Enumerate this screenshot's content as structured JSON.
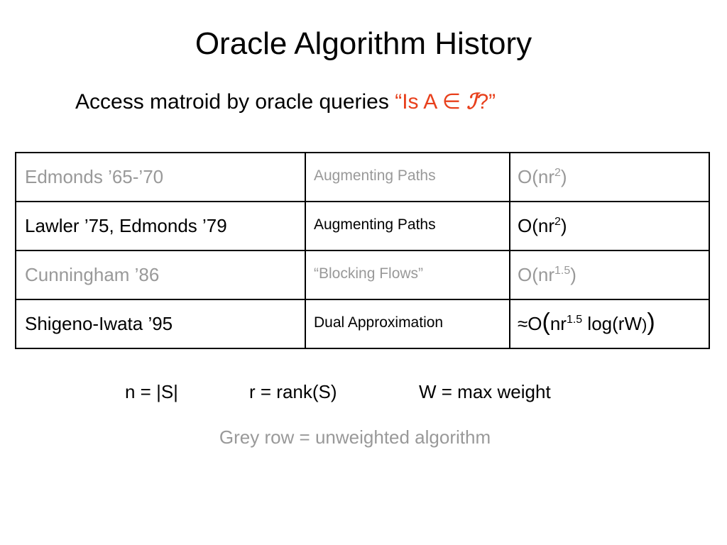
{
  "slide": {
    "title": "Oracle Algorithm History",
    "subtitle_prefix": "Access matroid by oracle queries ",
    "subtitle_query_open": "“Is A ∈ ",
    "subtitle_query_symbol": "ℐ",
    "subtitle_query_close": "?”",
    "query_color": "#e8401c"
  },
  "table": {
    "rows": [
      {
        "author": "Edmonds ’65-’70",
        "method": "Augmenting Paths",
        "bound_base": "O(nr",
        "bound_exp": "2",
        "bound_tail": ")",
        "grey": true
      },
      {
        "author": "Lawler ’75, Edmonds ’79",
        "method": "Augmenting Paths",
        "bound_base": "O(nr",
        "bound_exp": "2",
        "bound_tail": ")",
        "grey": false
      },
      {
        "author": "Cunningham ’86",
        "method": "“Blocking Flows”",
        "bound_base": "O(nr",
        "bound_exp": "1.5",
        "bound_tail": ")",
        "grey": true
      },
      {
        "author": "Shigeno-Iwata ’95",
        "method": "Dual Approximation",
        "bound_prefix": "≈O",
        "bound_open": "(",
        "bound_base": "nr",
        "bound_exp": "1.5",
        "bound_log": " log(rW",
        "bound_inner_close": ")",
        "bound_close": ")",
        "grey": false
      }
    ],
    "grey_color": "#999999"
  },
  "definitions": {
    "n": "n = |S|",
    "r": "r = rank(S)",
    "w": "W = max weight"
  },
  "note": "Grey row = unweighted algorithm"
}
